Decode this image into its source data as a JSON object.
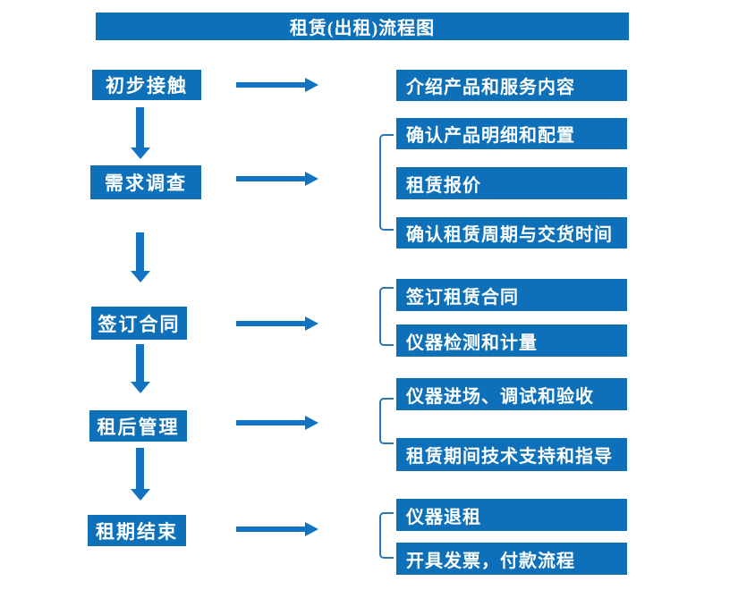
{
  "title": "租赁(出租)流程图",
  "colors": {
    "box_blue": "#0D70B8",
    "arrow_blue": "#1273C2",
    "bracket_blue": "#2E75B6",
    "text_white": "#FFFFFF"
  },
  "flow": {
    "steps": [
      {
        "label": "初步接触",
        "details": [
          "介绍产品和服务内容"
        ]
      },
      {
        "label": "需求调查",
        "details": [
          "确认产品明细和配置",
          "租赁报价",
          "确认租赁周期与交货时间"
        ]
      },
      {
        "label": "签订合同",
        "details": [
          "签订租赁合同",
          "仪器检测和计量"
        ]
      },
      {
        "label": "租后管理",
        "details": [
          "仪器进场、调试和验收",
          "租赁期间技术支持和指导"
        ]
      },
      {
        "label": "租期结束",
        "details": [
          "仪器退租",
          "开具发票，付款流程"
        ]
      }
    ]
  }
}
